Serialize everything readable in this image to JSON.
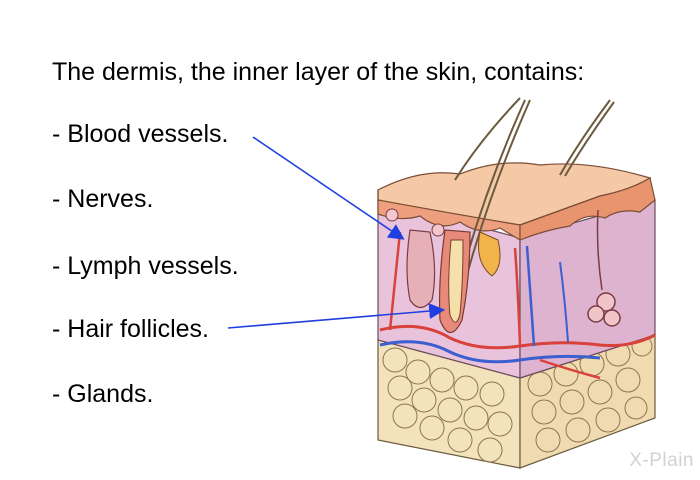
{
  "heading": "The dermis, the inner layer of the skin, contains:",
  "items": [
    {
      "label": "- Blood vessels."
    },
    {
      "label": "- Nerves."
    },
    {
      "label": "- Lymph vessels."
    },
    {
      "label": "- Hair follicles."
    },
    {
      "label": "- Glands."
    }
  ],
  "logo": {
    "text": "X-Plain"
  },
  "colors": {
    "arrow": "#1f3fe0",
    "epidermis": "#f2b08e",
    "dermis": "#e9c3dc",
    "fat": "#f3e3bd",
    "artery": "#d9423a",
    "vein": "#3b5fcf"
  }
}
